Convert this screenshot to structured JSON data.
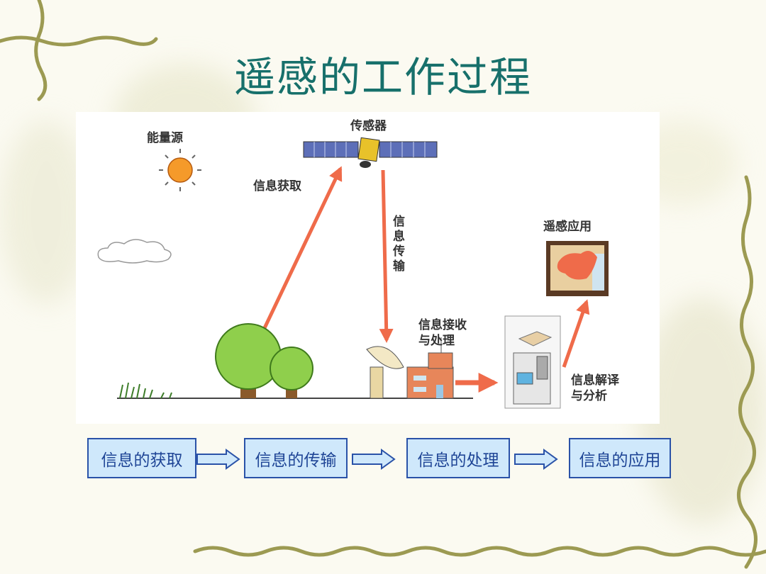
{
  "slide": {
    "title": "遥感的工作过程"
  },
  "illustration": {
    "energy_source": "能量源",
    "sensor": "传感器",
    "acquisition": "信息获取",
    "transmission": "信息传输",
    "reception": [
      "信息接收",
      "与处理"
    ],
    "interpretation": [
      "信息解译",
      "与分析"
    ],
    "application": "遥感应用"
  },
  "flow": {
    "steps": [
      "信息的获取",
      "信息的传输",
      "信息的处理",
      "信息的应用"
    ]
  },
  "colors": {
    "title": "#17706b",
    "arrow": "#ef6b4a",
    "step_fill": "#cfe8fb",
    "step_border": "#2a52a8"
  }
}
